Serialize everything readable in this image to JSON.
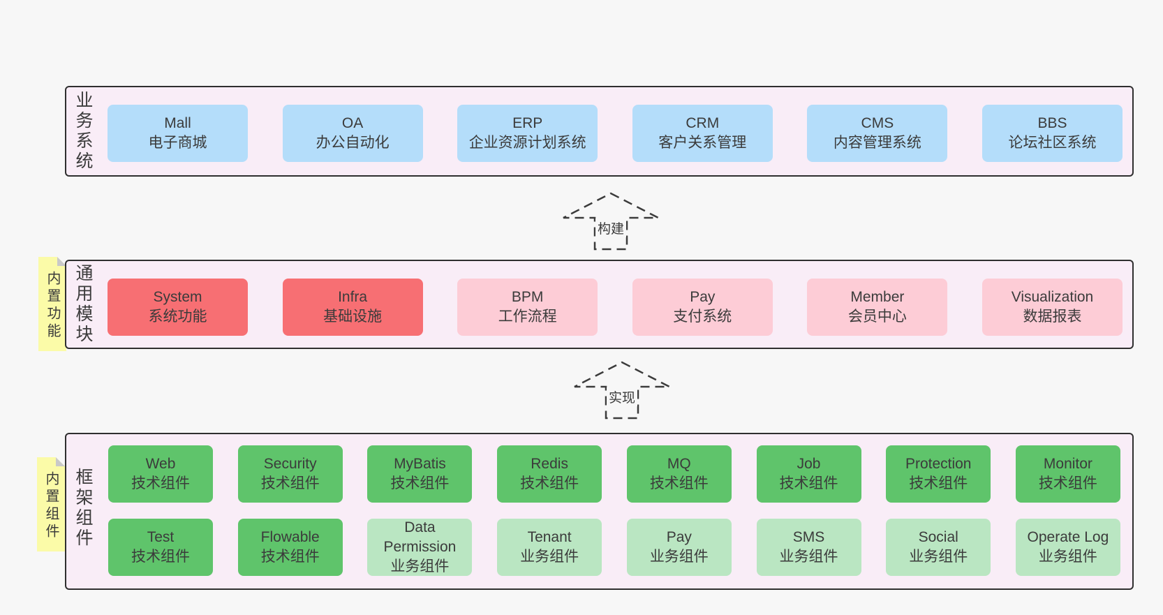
{
  "colors": {
    "page_bg": "#f7f7f7",
    "container_bg": "#f9edf7",
    "container_border": "#2f2f2f",
    "blue_box": "#b4ddfa",
    "red_box": "#f76f73",
    "pink_box": "#fdccd6",
    "green_dark_box": "#5fc46b",
    "green_light_box": "#bae6c2",
    "note_yellow": "#fbfba8",
    "note_fold_gray": "#c9c9c9",
    "text": "#3b3b3b"
  },
  "business": {
    "label": "业务系统",
    "items": [
      {
        "en": "Mall",
        "zh": "电子商城"
      },
      {
        "en": "OA",
        "zh": "办公自动化"
      },
      {
        "en": "ERP",
        "zh": "企业资源计划系统"
      },
      {
        "en": "CRM",
        "zh": "客户关系管理"
      },
      {
        "en": "CMS",
        "zh": "内容管理系统"
      },
      {
        "en": "BBS",
        "zh": "论坛社区系统"
      }
    ]
  },
  "arrow_build": {
    "label": "构建"
  },
  "modules": {
    "label": "通用模块",
    "note": "内置功能",
    "items": [
      {
        "en": "System",
        "zh": "系统功能"
      },
      {
        "en": "Infra",
        "zh": "基础设施"
      },
      {
        "en": "BPM",
        "zh": "工作流程"
      },
      {
        "en": "Pay",
        "zh": "支付系统"
      },
      {
        "en": "Member",
        "zh": "会员中心"
      },
      {
        "en": "Visualization",
        "zh": "数据报表"
      }
    ]
  },
  "arrow_implement": {
    "label": "实现"
  },
  "framework": {
    "label": "框架组件",
    "note": "内置组件",
    "row1": [
      {
        "en": "Web",
        "zh": "技术组件"
      },
      {
        "en": "Security",
        "zh": "技术组件"
      },
      {
        "en": "MyBatis",
        "zh": "技术组件"
      },
      {
        "en": "Redis",
        "zh": "技术组件"
      },
      {
        "en": "MQ",
        "zh": "技术组件"
      },
      {
        "en": "Job",
        "zh": "技术组件"
      },
      {
        "en": "Protection",
        "zh": "技术组件"
      },
      {
        "en": "Monitor",
        "zh": "技术组件"
      }
    ],
    "row2": [
      {
        "en": "Test",
        "zh": "技术组件"
      },
      {
        "en": "Flowable",
        "zh": "技术组件"
      },
      {
        "en": "Data Permission",
        "zh": "业务组件"
      },
      {
        "en": "Tenant",
        "zh": "业务组件"
      },
      {
        "en": "Pay",
        "zh": "业务组件"
      },
      {
        "en": "SMS",
        "zh": "业务组件"
      },
      {
        "en": "Social",
        "zh": "业务组件"
      },
      {
        "en": "Operate Log",
        "zh": "业务组件"
      }
    ]
  }
}
